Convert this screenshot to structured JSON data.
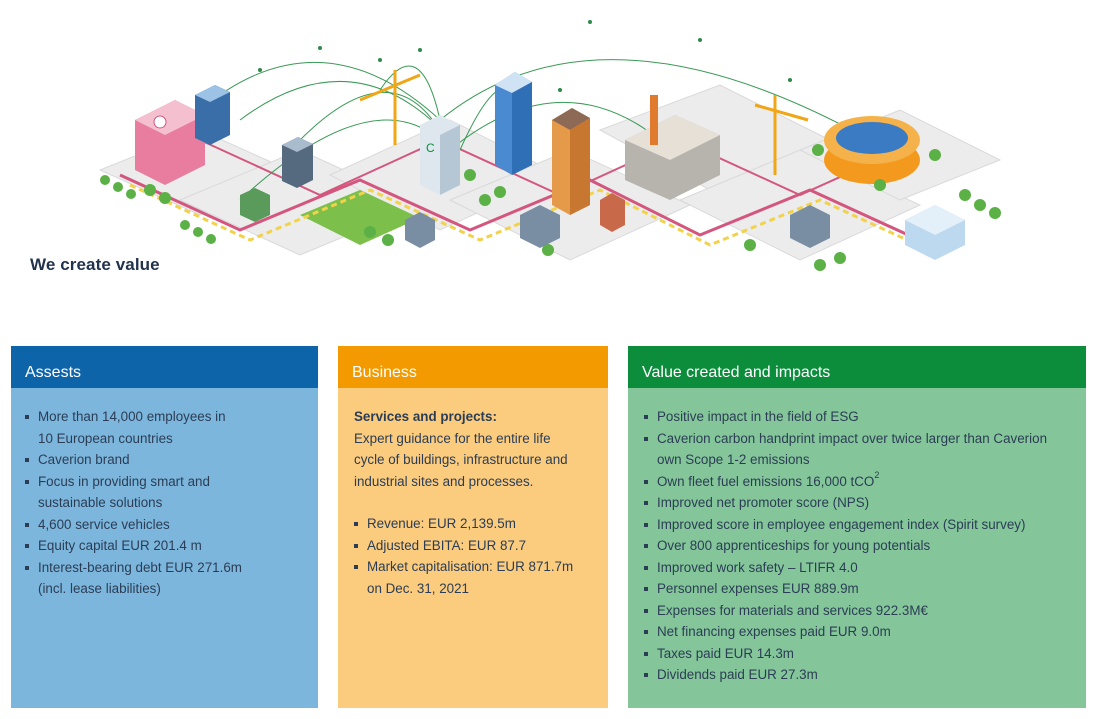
{
  "hero": {
    "title": "We create value"
  },
  "columns": {
    "assets": {
      "title": "Assests",
      "color": "#0d64a8",
      "body_color": "#7db6dc",
      "items": [
        "More than 14,000 employees in",
        "10 European countries",
        "Caverion brand",
        "Focus in providing smart and",
        "sustainable solutions",
        "4,600 service vehicles",
        "Equity capital EUR 201.4 m",
        "Interest-bearing debt EUR 271.6m",
        "(incl. lease liabilities)"
      ]
    },
    "business": {
      "title": "Business",
      "color": "#f39a00",
      "body_color": "#fbcb7e",
      "subtitle": "Services and projects:",
      "description": "Expert guidance for the entire life cycle of buildings, infrastructure and industrial sites and processes.",
      "items": [
        "Revenue: EUR 2,139.5m",
        "Adjusted EBITA: EUR 87.7",
        "Market capitalisation: EUR 871.7m",
        "on Dec. 31, 2021"
      ]
    },
    "value": {
      "title": "Value created and impacts",
      "color": "#0c8d3c",
      "body_color": "#84c69a",
      "items": [
        "Positive impact in the field of ESG",
        "Caverion carbon handprint impact over twice larger than Caverion",
        "own Scope 1-2 emissions",
        "Own fleet fuel emissions 16,000 tCO",
        "Improved net promoter score (NPS)",
        "Improved score in employee engagement index (Spirit survey)",
        "Over 800 apprenticeships for young potentials",
        "Improved work safety – LTIFR 4.0",
        "Personnel expenses EUR 889.9m",
        "Expenses for materials and services 922.3M€",
        "Net financing expenses paid EUR 9.0m",
        "Taxes paid EUR 14.3m",
        "Dividends paid EUR 27.3m"
      ],
      "emissions_superscript": "2"
    }
  }
}
